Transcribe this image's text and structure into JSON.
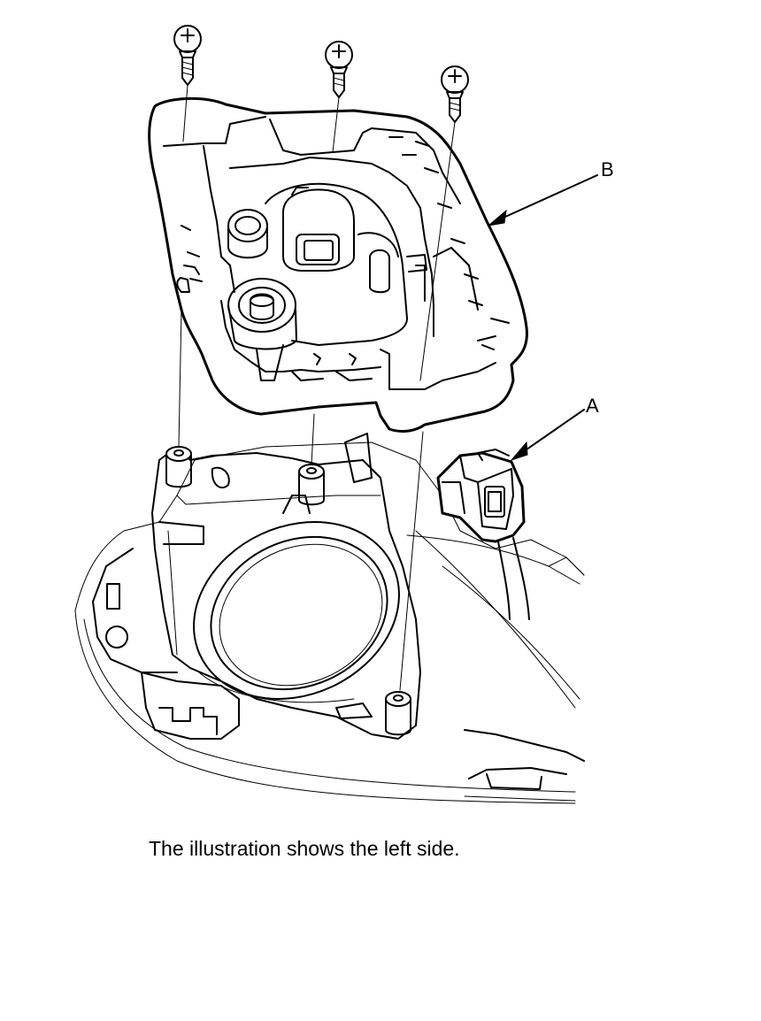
{
  "callouts": {
    "a": "A",
    "b": "B"
  },
  "caption": "The illustration shows the left side.",
  "parts": {
    "a_icon": "connector-icon",
    "b_icon": "headlight-housing-cover-icon",
    "screw_icon": "screw-icon"
  }
}
